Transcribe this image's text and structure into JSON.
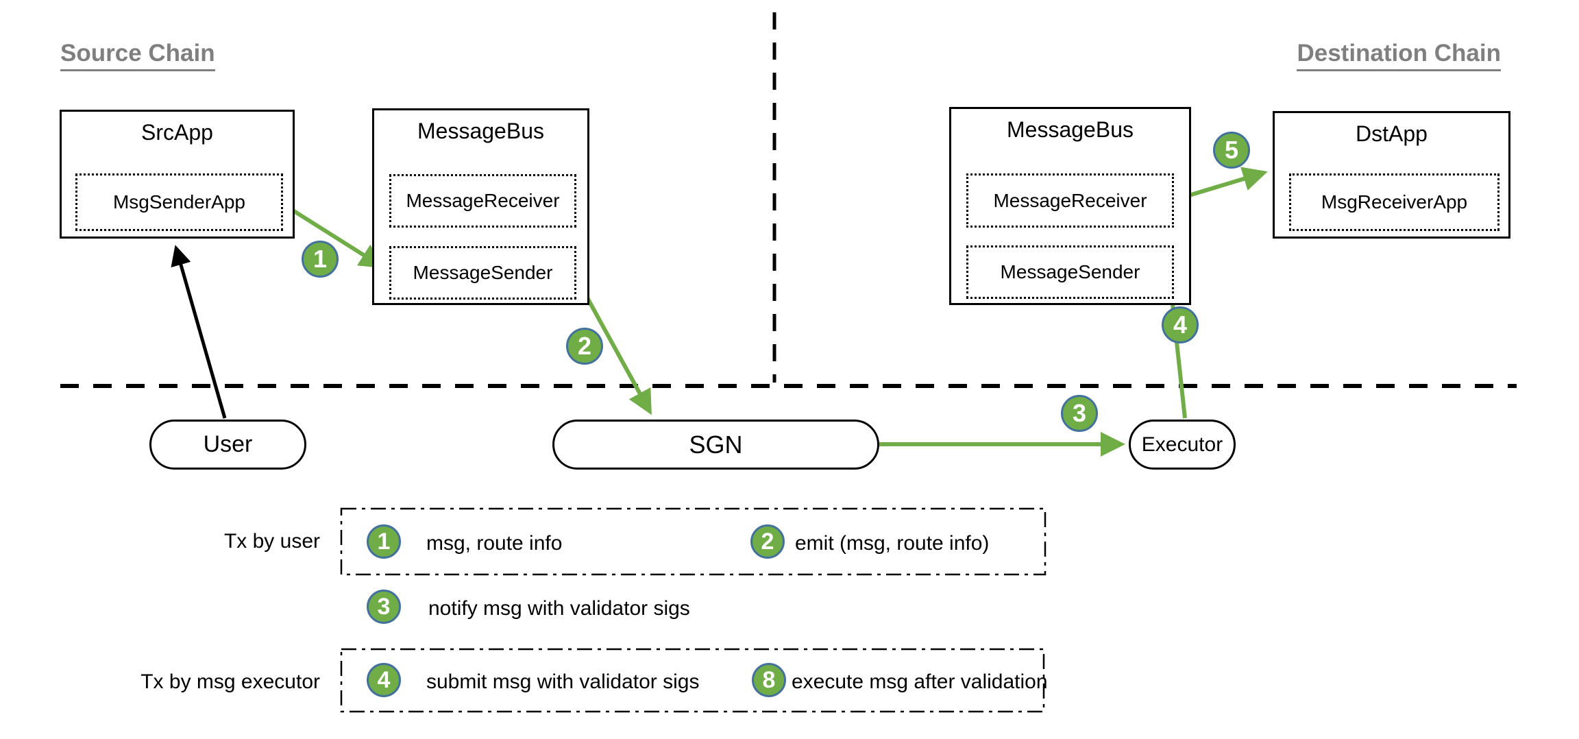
{
  "colors": {
    "arrow_green": "#70AD47",
    "badge_fill": "#70AD47",
    "badge_ring": "#41719C",
    "heading_gray": "#7F7F7F",
    "line_black": "#000000"
  },
  "headings": {
    "source_chain": "Source Chain",
    "destination_chain": "Destination Chain"
  },
  "boxes": {
    "src_app": {
      "title": "SrcApp",
      "modules": [
        "MsgSenderApp"
      ]
    },
    "message_bus_src": {
      "title": "MessageBus",
      "modules": [
        "MessageReceiver",
        "MessageSender"
      ]
    },
    "message_bus_dst": {
      "title": "MessageBus",
      "modules": [
        "MessageReceiver",
        "MessageSender"
      ]
    },
    "dst_app": {
      "title": "DstApp",
      "modules": [
        "MsgReceiverApp"
      ]
    }
  },
  "nodes": {
    "user": "User",
    "sgn": "SGN",
    "executor": "Executor"
  },
  "flow_badges": {
    "step1": "1",
    "step2": "2",
    "step3": "3",
    "step4": "4",
    "step5": "5"
  },
  "legend": {
    "group1_label": "Tx by user",
    "group2_label": "Tx by msg executor",
    "items": [
      {
        "badge": "1",
        "text": "msg, route info"
      },
      {
        "badge": "2",
        "text": "emit (msg, route info)"
      },
      {
        "badge": "3",
        "text": "notify msg with validator sigs"
      },
      {
        "badge": "4",
        "text": "submit msg with validator sigs"
      },
      {
        "badge": "8",
        "text": "execute msg after validation"
      }
    ]
  }
}
